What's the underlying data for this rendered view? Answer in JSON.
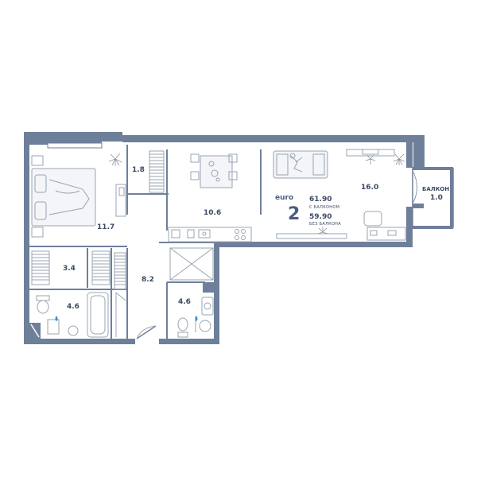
{
  "info": {
    "brand": "euro",
    "rooms": "2",
    "area_with_balcony": "61.90",
    "area_with_balcony_caption": "С БАЛКОНОМ",
    "area_without_balcony": "59.90",
    "area_without_balcony_caption": "БЕЗ БАЛКОНА"
  },
  "rooms": {
    "bedroom": "11.7",
    "wardrobe_small": "1.8",
    "kitchen": "10.6",
    "living": "16.0",
    "balcony_caption": "БАЛКОН",
    "balcony": "1.0",
    "storage": "3.4",
    "hallway": "8.2",
    "bathroom_left": "4.6",
    "bathroom_right": "4.6"
  },
  "colors": {
    "wall": "#6e7f9a",
    "accent": "#4a5d80",
    "water_drop": "#2f8fd6"
  }
}
